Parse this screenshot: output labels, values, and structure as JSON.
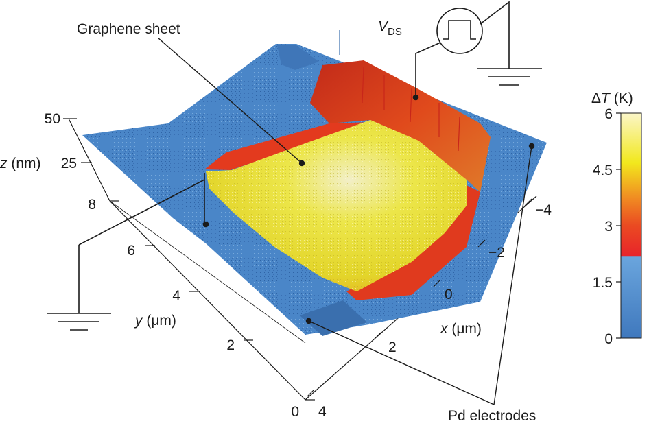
{
  "annotations": {
    "graphene_sheet": "Graphene sheet",
    "pd_electrodes": "Pd electrodes",
    "vds_main": "V",
    "vds_sub": "DS"
  },
  "axes": {
    "z": {
      "title_var": "z",
      "title_unit": " (nm)",
      "ticks": [
        "50",
        "25"
      ]
    },
    "y": {
      "title_var": "y",
      "title_unit": " (μm)",
      "ticks": [
        "8",
        "6",
        "4",
        "2",
        "0"
      ]
    },
    "x": {
      "title_var": "x",
      "title_unit": " (μm)",
      "ticks": [
        "−4",
        "−2",
        "0",
        "2",
        "4"
      ]
    }
  },
  "colorbar": {
    "title_prefix": "Δ",
    "title_var": "T",
    "title_unit": " (K)",
    "ticks": [
      "6",
      "4.5",
      "3",
      "1.5",
      "0"
    ],
    "range": [
      0,
      6
    ],
    "colors": {
      "low": "#3f78bd",
      "mid_low": "#6aa5dd",
      "threshold": "#e8242a",
      "orange": "#f08a22",
      "yellow": "#f2e81d",
      "high": "#fbf6c8"
    }
  },
  "colors": {
    "substrate": "#4a86c8",
    "electrode_edge": "#3a6fae",
    "hot_red": "#e0321f",
    "sheet_yellow": "#e6e23a",
    "line": "#1a1a1a"
  }
}
